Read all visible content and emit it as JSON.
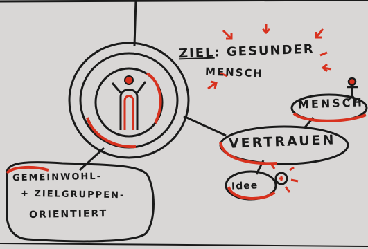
{
  "headline": {
    "ziel_word": "ZIEL",
    "ziel_rest": ": GESUNDER",
    "second_line": "MENSCH"
  },
  "bubbles": {
    "mensch": "MENSCH",
    "vertrauen": "VERTRAUEN",
    "idee": "Idee"
  },
  "left_note": {
    "line1": "GEMEINWOHL-",
    "line2": "+ ZIELGRUPPEN-",
    "line3": "ORIENTIERT"
  },
  "colors": {
    "paper": "#d9d7d6",
    "ink": "#1a1a1a",
    "accent": "#d8321f"
  },
  "icons": [
    "person-figure-icon",
    "light-bulb-icon",
    "starburst-arrows-icon",
    "stick-figure-icon"
  ]
}
